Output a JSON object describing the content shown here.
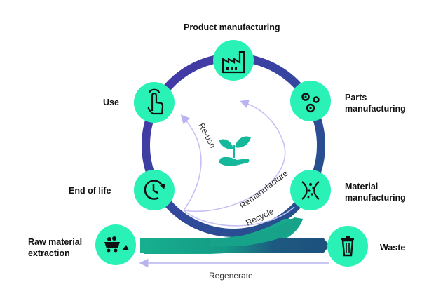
{
  "stages": {
    "product_manufacturing": "Product manufacturing",
    "parts_manufacturing": "Parts manufacturing",
    "material_manufacturing": "Material manufacturing",
    "use": "Use",
    "end_of_life": "End of life",
    "raw_material_extraction": "Raw material extraction",
    "waste": "Waste"
  },
  "flows": {
    "reuse": "Re-use",
    "remanufacture": "Remanufacture",
    "recycle": "Recycle",
    "regenerate": "Regenerate"
  },
  "icons": {
    "product_manufacturing": "factory-icon",
    "parts_manufacturing": "gears-icon",
    "material_manufacturing": "material-icon",
    "use": "hand-pointer-icon",
    "end_of_life": "clock-icon",
    "raw_material_extraction": "mining-cart-icon",
    "waste": "trash-icon",
    "center": "plant-in-hand-icon"
  },
  "colors": {
    "node_fill": "#2af2b6",
    "ring_start": "#3d3a9c",
    "ring_end": "#1f4f86",
    "arrow_light": "#b9b3f0",
    "teal_band": "#169e86",
    "navy_band": "#1d4f7d"
  }
}
